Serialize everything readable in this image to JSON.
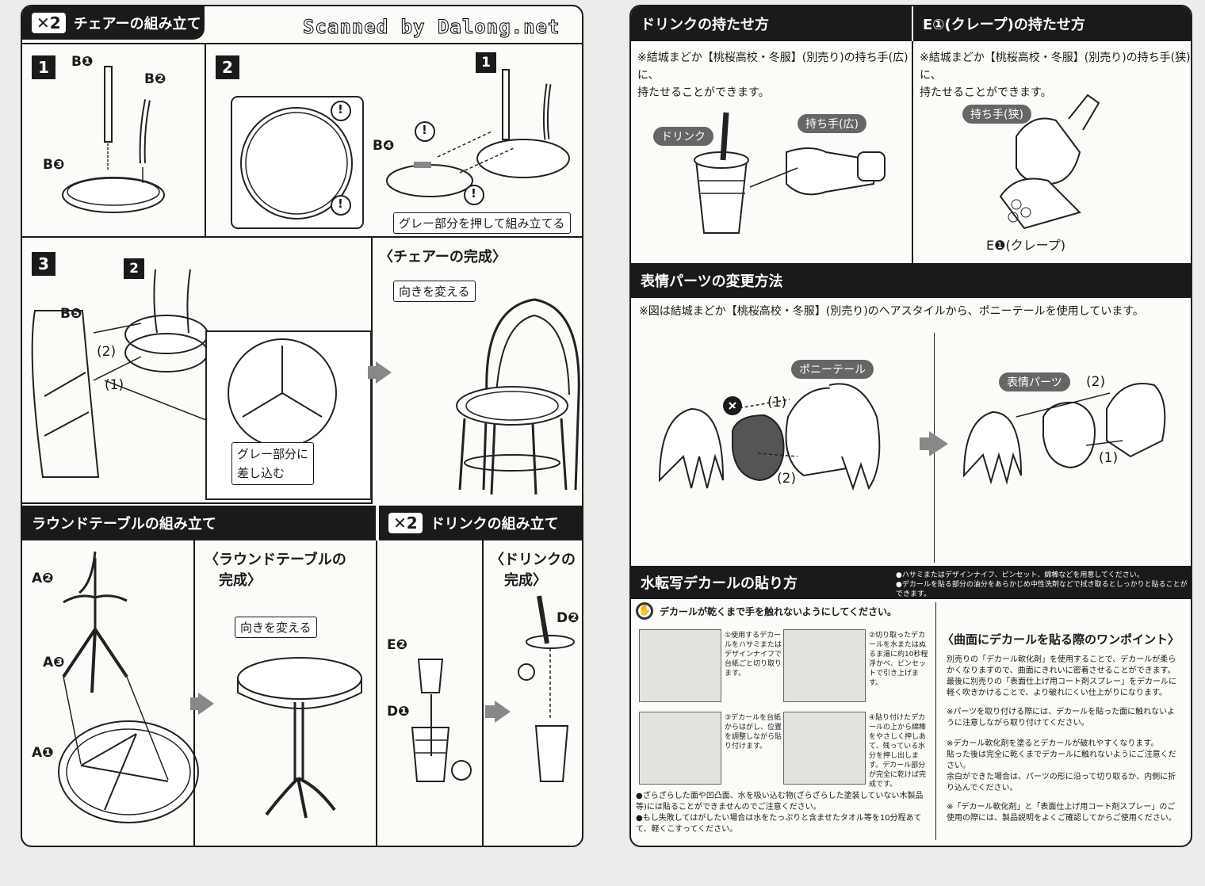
{
  "watermark": "Scanned by Dalong.net",
  "left": {
    "chair_header": {
      "x2": "✕2",
      "title": "チェアーの組み立て"
    },
    "step1": {
      "num": "1",
      "b1": "B",
      "b1n": "1",
      "b2": "B",
      "b2n": "2",
      "b3": "B",
      "b3n": "3"
    },
    "step2": {
      "num": "2",
      "num1": "1",
      "b4": "B",
      "b4n": "4",
      "warn": "!",
      "caption": "グレー部分を押して組み立てる"
    },
    "step3": {
      "num": "3",
      "num2": "2",
      "b5": "B",
      "b5n": "5",
      "c1": "1",
      "c2": "2",
      "caption": "グレー部分に\n差し込む"
    },
    "chair_done": {
      "title": "〈チェアーの完成〉",
      "turn": "向きを変える"
    },
    "table_header": {
      "title": "ラウンドテーブルの組み立て"
    },
    "table_parts": {
      "a2": "A",
      "a2n": "2",
      "a3": "A",
      "a3n": "3",
      "a1": "A",
      "a1n": "1"
    },
    "table_done": {
      "title": "〈ラウンドテーブルの\n　完成〉",
      "turn": "向きを変える"
    },
    "drink_header": {
      "x2": "✕2",
      "title": "ドリンクの組み立て"
    },
    "drink_parts": {
      "e2": "E",
      "e2n": "2",
      "d1": "D",
      "d1n": "1",
      "d2": "D",
      "d2n": "2"
    },
    "drink_done": {
      "title": "〈ドリンクの\n　完成〉"
    }
  },
  "right": {
    "hold_drink": {
      "title": "ドリンクの持たせ方",
      "note": "※結城まどか【桃桜高校・冬服】(別売り)の持ち手(広)に、\n持たせることができます。",
      "drink": "ドリンク",
      "hand": "持ち手(広)"
    },
    "hold_crepe": {
      "title": "E①(クレープ)の持たせ方",
      "note": "※結城まどか【桃桜高校・冬服】(別売り)の持ち手(狭)に、\n持たせることができます。",
      "hand": "持ち手(狭)",
      "part": "E",
      "partn": "1",
      "partname": "(クレープ)"
    },
    "face": {
      "title": "表情パーツの変更方法",
      "note": "※図は結城まどか【桃桜高校・冬服】(別売り)のヘアスタイルから、ポニーテールを使用しています。",
      "pony": "ポニーテール",
      "expr": "表情パーツ",
      "n1": "1",
      "n2": "2"
    },
    "decal": {
      "title": "水転写デカールの貼り方",
      "top_notes": "●ハサミまたはデザインナイフ、ピンセット、綿棒などを用意してください。\n●デカールを貼る部分の油分をあらかじめ中性洗剤などで拭き取るとしっかりと貼ることができます。",
      "warning": "デカールが乾くまで手を触れないようにしてください。",
      "s1": "①使用するデカールをハサミまたはデザインナイフで台紙ごと切り取ります。",
      "s2": "②切り取ったデカールを水またはぬるま湯に約10秒程浮かべ、ピンセットで引き上げます。",
      "s3": "③デカールを台紙からはがし、位置を調整しながら貼り付けます。",
      "s4": "④貼り付けたデカールの上から綿棒をやさしく押しあて、残っている水分を押し出します。デカール部分が完全に乾けば完成です。",
      "bottom": "●ざらざらした面や凹凸面、水を吸い込む物(ざらざらした塗装していない木製品等)には貼ることができませんのでご注意ください。\n●もし失敗してはがしたい場合は水をたっぷりと含ませたタオル等を10分程あてて、軽くこすってください。",
      "tip_title": "〈曲面にデカールを貼る際のワンポイント〉",
      "tip1": "別売りの「デカール軟化剤」を使用することで、デカールが柔らかくなりますので、曲面にきれいに密着させることができます。最後に別売りの「表面仕上げ用コート剤スプレー」をデカールに軽く吹きかけることで、より破れにくい仕上がりになります。",
      "tip2": "※パーツを取り付ける際には、デカールを貼った面に触れないように注意しながら取り付けてください。",
      "tip3": "※デカール軟化剤を塗るとデカールが破れやすくなります。\n貼った後は完全に乾くまでデカールに触れないようにご注意ください。\n余白ができた場合は、パーツの形に沿って切り取るか、内側に折り込んでください。",
      "tip4": "※「デカール軟化剤」と「表面仕上げ用コート剤スプレー」のご使用の際には、製品説明をよくご確認してからご使用ください。"
    }
  }
}
